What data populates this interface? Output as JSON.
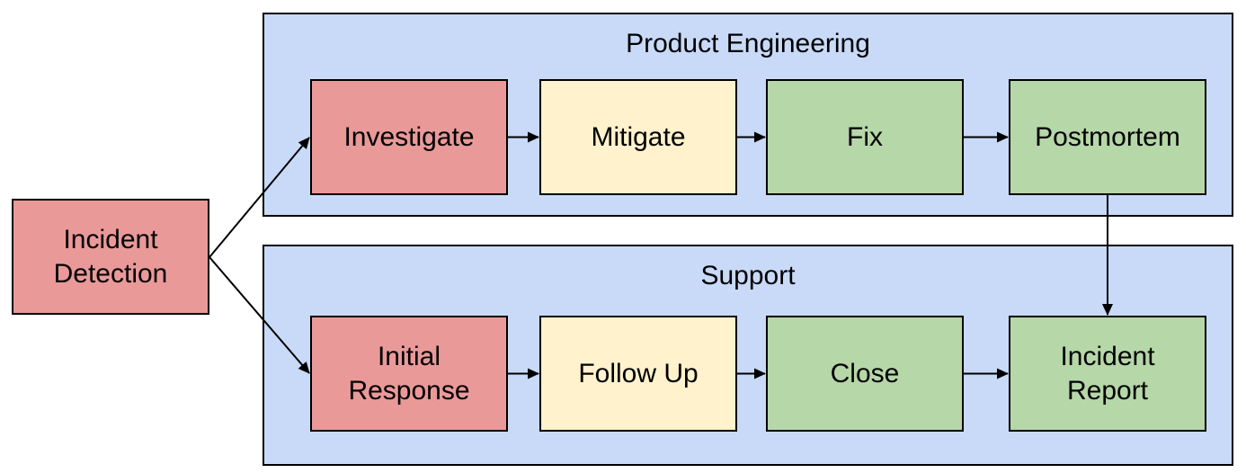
{
  "diagram": {
    "type": "flowchart-swimlanes",
    "colors": {
      "red": "#ea9999",
      "yellow": "#fff2cc",
      "green": "#b6d7a8",
      "lane_fill": "#c9daf8",
      "border": "#000000",
      "arrow": "#000000",
      "background": "#ffffff"
    },
    "lanes": [
      {
        "title": "Product Engineering"
      },
      {
        "title": "Support"
      }
    ],
    "nodes": {
      "incident_detection": {
        "label": "Incident Detection",
        "color": "#ea9999",
        "lane": "none"
      },
      "investigate": {
        "label": "Investigate",
        "color": "#ea9999",
        "lane": "Product Engineering"
      },
      "mitigate": {
        "label": "Mitigate",
        "color": "#fff2cc",
        "lane": "Product Engineering"
      },
      "fix": {
        "label": "Fix",
        "color": "#b6d7a8",
        "lane": "Product Engineering"
      },
      "postmortem": {
        "label": "Postmortem",
        "color": "#b6d7a8",
        "lane": "Product Engineering"
      },
      "initial_response": {
        "label": "Initial Response",
        "color": "#ea9999",
        "lane": "Support"
      },
      "follow_up": {
        "label": "Follow Up",
        "color": "#fff2cc",
        "lane": "Support"
      },
      "close": {
        "label": "Close",
        "color": "#b6d7a8",
        "lane": "Support"
      },
      "incident_report": {
        "label": "Incident Report",
        "color": "#b6d7a8",
        "lane": "Support"
      }
    },
    "edges": [
      {
        "from": "incident_detection",
        "to": "investigate"
      },
      {
        "from": "incident_detection",
        "to": "initial_response"
      },
      {
        "from": "investigate",
        "to": "mitigate"
      },
      {
        "from": "mitigate",
        "to": "fix"
      },
      {
        "from": "fix",
        "to": "postmortem"
      },
      {
        "from": "postmortem",
        "to": "incident_report"
      },
      {
        "from": "initial_response",
        "to": "follow_up"
      },
      {
        "from": "follow_up",
        "to": "close"
      },
      {
        "from": "close",
        "to": "incident_report"
      }
    ]
  }
}
